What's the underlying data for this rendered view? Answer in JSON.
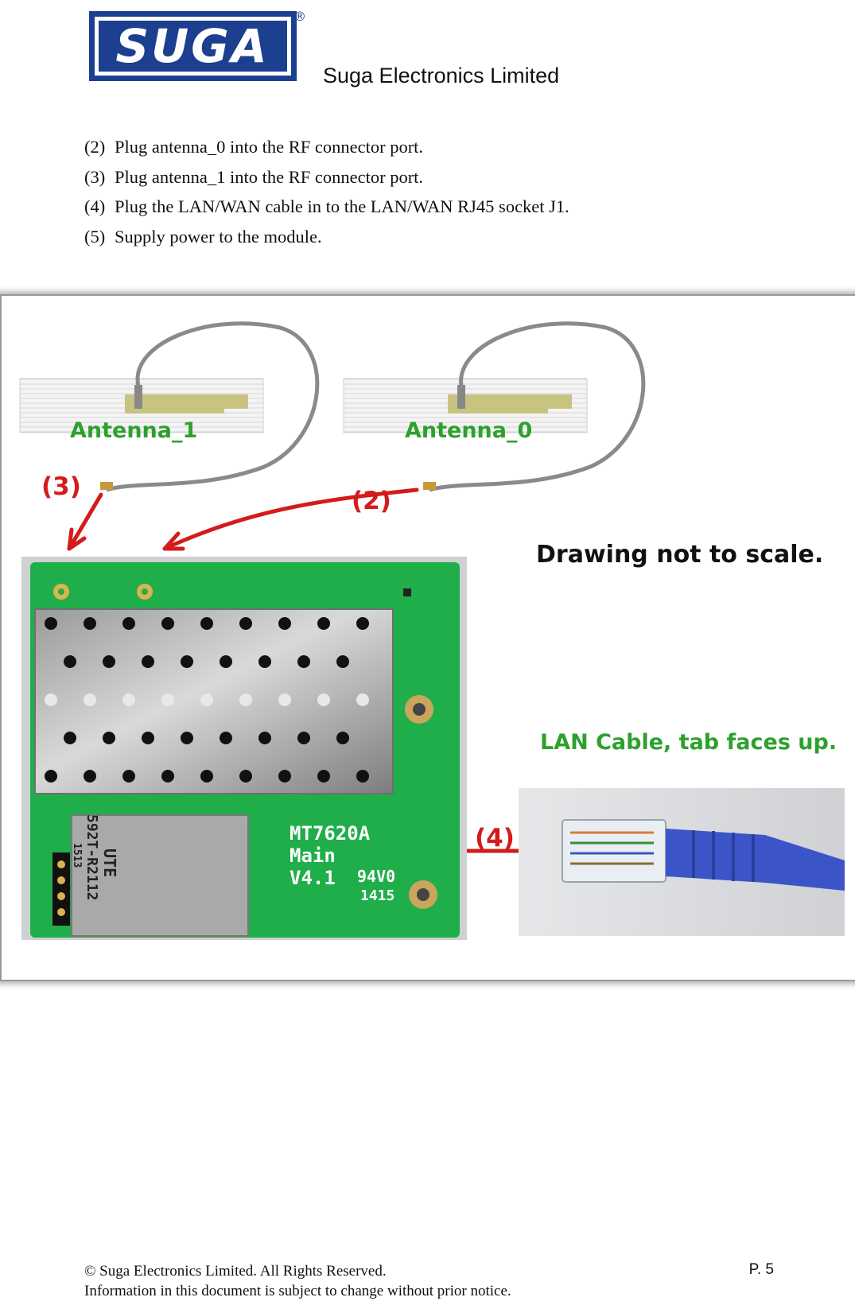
{
  "header": {
    "logo_text": "SUGA",
    "registered_mark": "®",
    "company_name": "Suga Electronics Limited"
  },
  "steps": [
    {
      "num": "(2)",
      "text": "Plug antenna_0 into the RF connector port."
    },
    {
      "num": "(3)",
      "text": "Plug antenna_1 into the RF connector port."
    },
    {
      "num": "(4)",
      "text": "Plug the LAN/WAN cable in to the LAN/WAN RJ45 socket J1."
    },
    {
      "num": "(5)",
      "text": "Supply power to the module."
    }
  ],
  "figure": {
    "antenna_1_label": "Antenna_1",
    "antenna_0_label": "Antenna_0",
    "callout_3": "(3)",
    "callout_2": "(2)",
    "callout_4": "(4)",
    "scale_note": "Drawing not to scale.",
    "lan_note": "LAN Cable, tab faces up.",
    "pcb_chip": "MT7620A",
    "pcb_main": "Main",
    "pcb_version": "V4.1",
    "pcb_code": "94V0",
    "pcb_date": "1415",
    "rj45_brand": "UTE",
    "rj45_part": "592T-R2112",
    "rj45_date": "1513",
    "colors": {
      "label_green": "#2ca12c",
      "callout_red": "#d41b1b",
      "pcb_green": "#1fae4a",
      "cable_blue": "#3b55c9"
    }
  },
  "footer": {
    "copyright": "© Suga Electronics Limited. All Rights Reserved.",
    "notice": "Information in this document is subject to change without prior notice.",
    "page": "P. 5"
  }
}
